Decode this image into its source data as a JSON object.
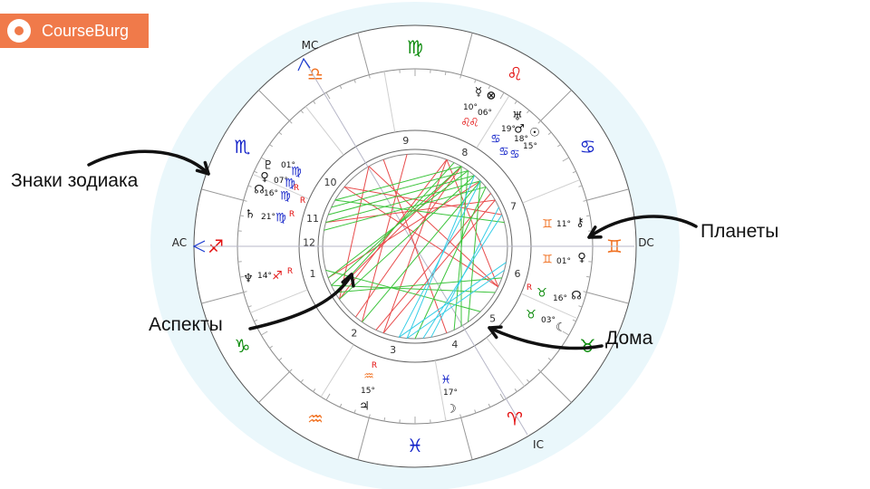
{
  "logo": {
    "text": "CourseBurg"
  },
  "callouts": {
    "zodiac": "Знаки зодиака",
    "planets": "Планеты",
    "aspects": "Аспекты",
    "houses": "Дома"
  },
  "angles": {
    "mc": "MC",
    "ac": "AC",
    "dc": "DC",
    "ic": "IC"
  },
  "signs": [
    {
      "glyph": "♍",
      "color": "#0a8a0a"
    },
    {
      "glyph": "♌",
      "color": "#e31010"
    },
    {
      "glyph": "♋",
      "color": "#1020c8"
    },
    {
      "glyph": "♊",
      "color": "#f07020"
    },
    {
      "glyph": "♉",
      "color": "#0a8a0a"
    },
    {
      "glyph": "♈",
      "color": "#e31010"
    },
    {
      "glyph": "♓",
      "color": "#1020c8"
    },
    {
      "glyph": "♒",
      "color": "#f07020"
    },
    {
      "glyph": "♑",
      "color": "#0a8a0a"
    },
    {
      "glyph": "♐",
      "color": "#e31010"
    },
    {
      "glyph": "♏",
      "color": "#1020c8"
    },
    {
      "glyph": "♎",
      "color": "#f07020"
    }
  ],
  "houses": [
    "1",
    "2",
    "3",
    "4",
    "5",
    "6",
    "7",
    "8",
    "9",
    "10",
    "11",
    "12"
  ],
  "planet_labels": [
    {
      "text": "☿",
      "color": "#111"
    },
    {
      "text": "⊗",
      "color": "#111"
    },
    {
      "text": "10°",
      "color": "#111"
    },
    {
      "text": "06°",
      "color": "#111"
    },
    {
      "text": "♌",
      "color": "#e31010"
    },
    {
      "text": "♌",
      "color": "#e31010"
    },
    {
      "text": "♅",
      "color": "#111"
    },
    {
      "text": "♂",
      "color": "#111"
    },
    {
      "text": "☉",
      "color": "#111"
    },
    {
      "text": "19°",
      "color": "#111"
    },
    {
      "text": "18°",
      "color": "#111"
    },
    {
      "text": "15°",
      "color": "#111"
    },
    {
      "text": "♋",
      "color": "#1020c8"
    },
    {
      "text": "♋",
      "color": "#1020c8"
    },
    {
      "text": "♋",
      "color": "#1020c8"
    },
    {
      "text": "♇",
      "color": "#111"
    },
    {
      "text": "01°",
      "color": "#111"
    },
    {
      "text": "♀",
      "color": "#111"
    },
    {
      "text": "07°",
      "color": "#111"
    },
    {
      "text": "☊",
      "color": "#111"
    },
    {
      "text": "16°",
      "color": "#111"
    },
    {
      "text": "♍",
      "color": "#1020c8"
    },
    {
      "text": "♍",
      "color": "#1020c8"
    },
    {
      "text": "♍",
      "color": "#1020c8"
    },
    {
      "text": "R",
      "color": "#e31010"
    },
    {
      "text": "R",
      "color": "#e31010"
    },
    {
      "text": "♄",
      "color": "#111"
    },
    {
      "text": "21°",
      "color": "#111"
    },
    {
      "text": "♍",
      "color": "#1020c8"
    },
    {
      "text": "R",
      "color": "#e31010"
    },
    {
      "text": "♆",
      "color": "#111"
    },
    {
      "text": "14°",
      "color": "#111"
    },
    {
      "text": "♐",
      "color": "#e31010"
    },
    {
      "text": "R",
      "color": "#e31010"
    },
    {
      "text": "♊",
      "color": "#f07020"
    },
    {
      "text": "11°",
      "color": "#111"
    },
    {
      "text": "⚷",
      "color": "#111"
    },
    {
      "text": "♊",
      "color": "#f07020"
    },
    {
      "text": "01°",
      "color": "#111"
    },
    {
      "text": "♀",
      "color": "#111"
    },
    {
      "text": "R",
      "color": "#e31010"
    },
    {
      "text": "♉",
      "color": "#0a8a0a"
    },
    {
      "text": "16°",
      "color": "#111"
    },
    {
      "text": "☊",
      "color": "#111"
    },
    {
      "text": "♉",
      "color": "#0a8a0a"
    },
    {
      "text": "03°",
      "color": "#111"
    },
    {
      "text": "☾",
      "color": "#111"
    },
    {
      "text": "♓",
      "color": "#1020c8"
    },
    {
      "text": "17°",
      "color": "#111"
    },
    {
      "text": "☽",
      "color": "#111"
    },
    {
      "text": "R",
      "color": "#e31010"
    },
    {
      "text": "♒",
      "color": "#f07020"
    },
    {
      "text": "15°",
      "color": "#111"
    },
    {
      "text": "♃",
      "color": "#111"
    }
  ],
  "aspect_colors": {
    "red": "#e84b4b",
    "green": "#3cc43c",
    "cyan": "#36cde6"
  }
}
